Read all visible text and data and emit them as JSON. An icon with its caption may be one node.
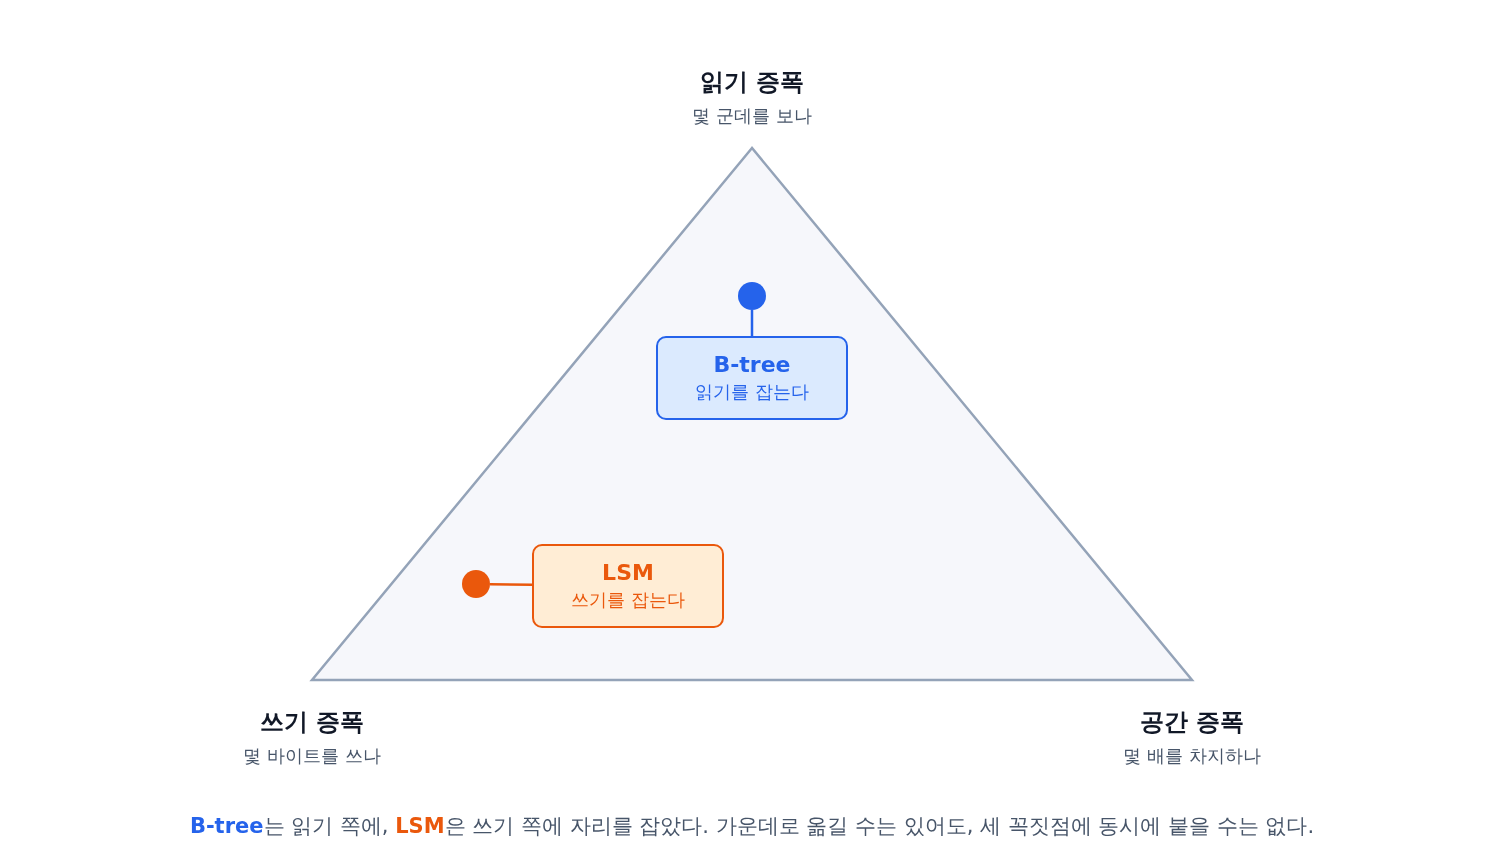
{
  "diagram": {
    "caption": "**B-tree**는 읽기 쪽에, **LSM**은 쓰기 쪽에 자리를 잡았다. 가운데로 옮길 수는 있어도, 세 꼭짓점에 동시에 붙을 수는 없다.",
    "nodes": [
      {
        "text": [],
        "shape": "circle"
      },
      {
        "text": [
          "B-tree",
          "읽기를 잡는다"
        ]
      },
      {
        "text": [],
        "shape": "circle"
      },
      {
        "text": [
          "LSM",
          "쓰기를 잡는다"
        ]
      }
    ],
    "edges": [
      {
        "from": 0,
        "to": 1,
        "arrow": "none",
        "color": "#2563eb"
      },
      {
        "from": 2,
        "to": 3,
        "arrow": "none",
        "color": "#ea580c"
      }
    ],
    "labels": [
      "읽기 증폭",
      "몇 군데를 보나",
      "쓰기 증폭",
      "몇 바이트를 쓰나",
      "공간 증폭",
      "몇 배를 차지하나"
    ]
  }
}
